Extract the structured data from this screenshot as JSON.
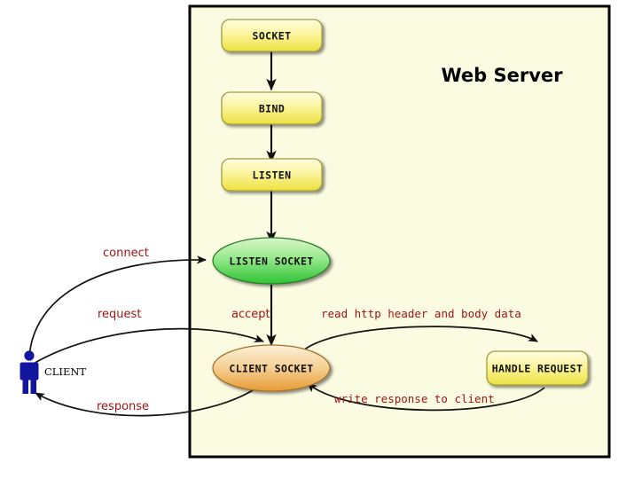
{
  "diagram": {
    "title": "Web Server",
    "background_color": "#ffffff",
    "panel_color": "#fbfbe1",
    "panel_border_color": "#000000",
    "label_color": "#9c1313",
    "actor_color": "#12169e",
    "nodes": [
      {
        "id": "socket",
        "label": "SOCKET",
        "shape": "rounded-rect",
        "fill_top": "#fffdd8",
        "fill_bottom": "#ecdf4a"
      },
      {
        "id": "bind",
        "label": "BIND",
        "shape": "rounded-rect",
        "fill_top": "#fffdd8",
        "fill_bottom": "#ecdf4a"
      },
      {
        "id": "listen",
        "label": "LISTEN",
        "shape": "rounded-rect",
        "fill_top": "#fffdd8",
        "fill_bottom": "#ecdf4a"
      },
      {
        "id": "listen-socket",
        "label": "LISTEN SOCKET",
        "shape": "ellipse",
        "fill_top": "#d6f5c2",
        "fill_bottom": "#3ecb43"
      },
      {
        "id": "client-socket",
        "label": "CLIENT SOCKET",
        "shape": "ellipse",
        "fill_top": "#fbeccd",
        "fill_bottom": "#eda23e"
      },
      {
        "id": "handle-request",
        "label": "HANDLE REQUEST",
        "shape": "rounded-rect",
        "fill_top": "#fffdd8",
        "fill_bottom": "#ecdf4a"
      }
    ],
    "actor": {
      "id": "client",
      "label": "CLIENT"
    },
    "edges": [
      {
        "id": "connect",
        "label": "connect",
        "from": "client",
        "to": "listen-socket"
      },
      {
        "id": "request",
        "label": "request",
        "from": "client",
        "to": "client-socket"
      },
      {
        "id": "response",
        "label": "response",
        "from": "client-socket",
        "to": "client"
      },
      {
        "id": "accept",
        "label": "accept",
        "from": "listen-socket",
        "to": "client-socket"
      },
      {
        "id": "read",
        "label": "read http header and body data",
        "from": "client-socket",
        "to": "handle-request"
      },
      {
        "id": "write",
        "label": "write response to client",
        "from": "handle-request",
        "to": "client-socket"
      }
    ]
  }
}
